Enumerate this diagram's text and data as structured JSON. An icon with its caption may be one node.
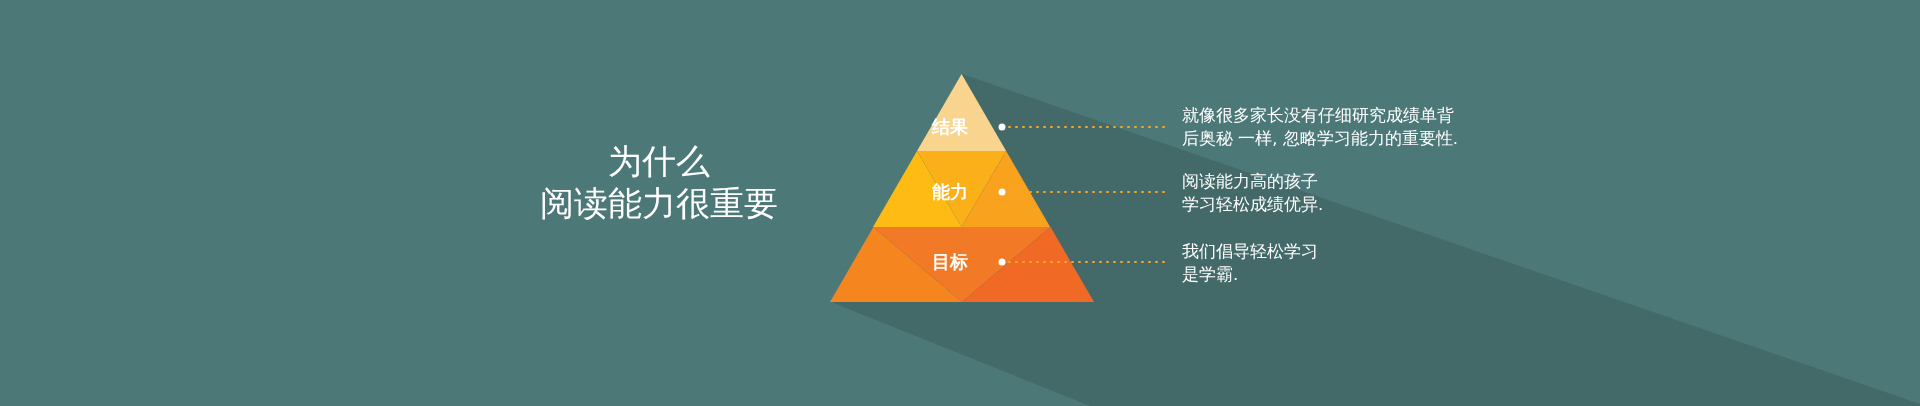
{
  "diagram": {
    "title": "为什么阅读能力很重要",
    "nodes": [
      {
        "text": [
          "结果"
        ]
      },
      {
        "text": [
          "能力"
        ]
      },
      {
        "text": [
          "目标"
        ]
      },
      {
        "text": [
          "就像很多家长没有仔细研究成绩单背后奥秘 一样, 忽略学习能力的重要性."
        ]
      },
      {
        "text": [
          "阅读能力高的孩子学习轻松成绩优异."
        ]
      },
      {
        "text": [
          "我们倡导轻松学习是学霸."
        ]
      }
    ],
    "edges": [
      {
        "from": 0,
        "to": 3,
        "arrow": "other",
        "style": "dashed"
      },
      {
        "from": 1,
        "to": 4,
        "arrow": "other",
        "style": "dashed"
      },
      {
        "from": 2,
        "to": 5,
        "arrow": "other",
        "style": "dashed"
      }
    ]
  }
}
